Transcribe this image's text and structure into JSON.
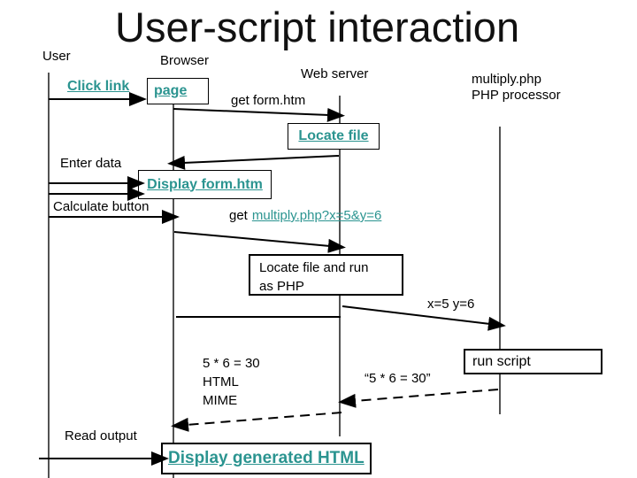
{
  "title": "User-script interaction",
  "colors": {
    "link_teal": "#2B9490",
    "ink": "#000000",
    "background": "#FFFFFF"
  },
  "actors": {
    "user": "User",
    "browser": "Browser",
    "web_server": "Web server",
    "php_line1": "multiply.php",
    "php_line2": "PHP processor"
  },
  "messages": {
    "click_link": "Click link",
    "page": "page",
    "get_form": "get form.htm",
    "locate_file": "Locate file",
    "enter_data": "Enter data",
    "display_form": "Display form.htm",
    "calculate_button": "Calculate button",
    "get_prefix": "get",
    "get_query_link": "multiply.php?x=5&y=6",
    "locate_run_line1": "Locate file and run",
    "locate_run_line2": "as PHP",
    "xy_values": "x=5 y=6",
    "result_line1": "5 * 6 = 30",
    "result_line2": "HTML",
    "result_line3": "MIME",
    "run_script": "run script",
    "quoted_result": "“5 * 6 = 30”",
    "read_output": "Read output",
    "display_generated": "Display generated HTML"
  }
}
